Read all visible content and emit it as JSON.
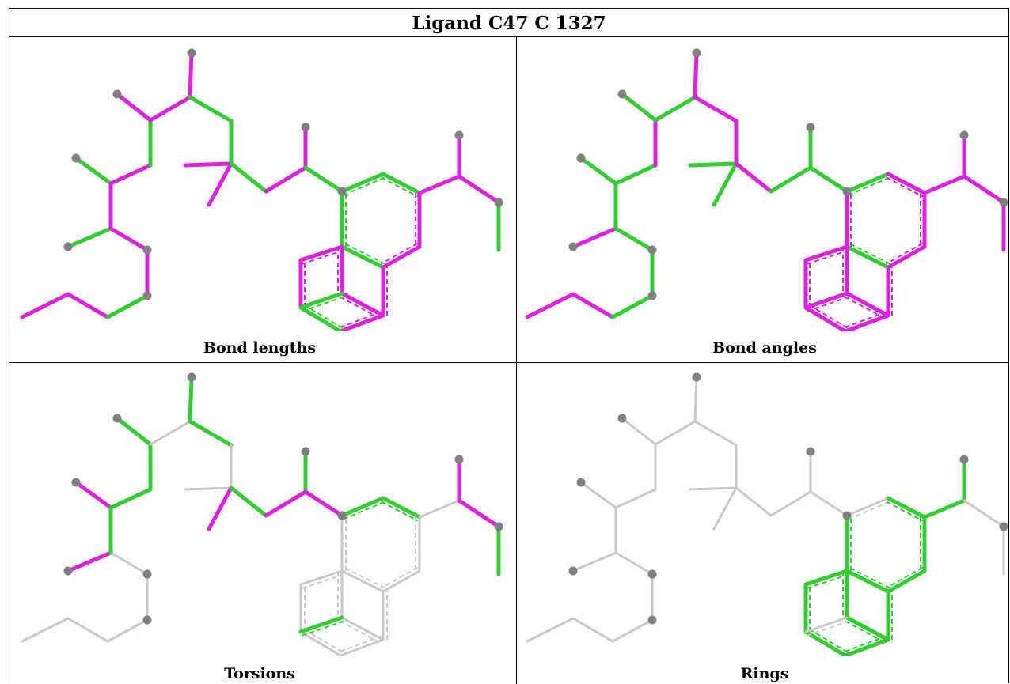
{
  "title": "Ligand C47 C 1327",
  "panels": [
    {
      "caption": "Bond lengths",
      "bonds": "mmgmmgmgmgmmmggmmgmmgggmmggmmmmgmmmmmgg"
    },
    {
      "caption": "Bond angles",
      "bonds": "mmgggmgggmggmmmggmggggmmmgmmmmmmmmmmmmm"
    },
    {
      "caption": "Torsions",
      "bonds": "nnnnnmgmgggnggnnmgmgmggnnnnnnnnnnnnmmgg"
    },
    {
      "caption": "Rings",
      "bonds": "nnnnnnnnnnnnnnnnnnnnnnggggggggggggggnnn"
    }
  ],
  "colors": {
    "green": "#33cc33",
    "magenta": "#dd22dd",
    "grey": "#c8c8c8",
    "atom": "#808080",
    "border": "#000000"
  }
}
